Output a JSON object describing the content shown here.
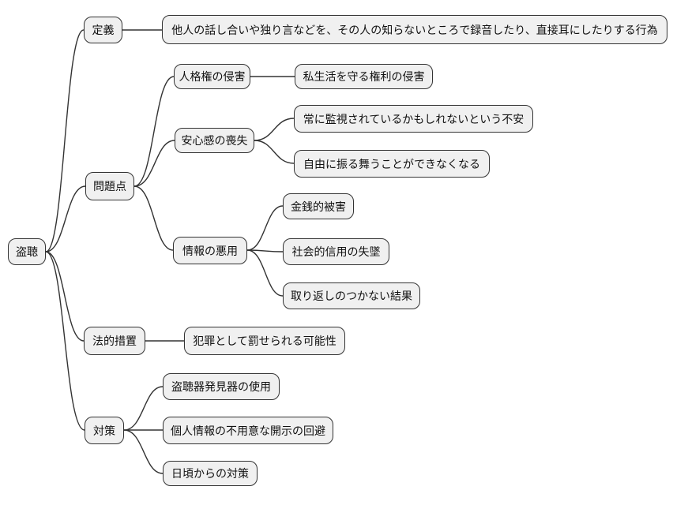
{
  "mindmap": {
    "root": {
      "label": "盗聴",
      "children": [
        {
          "label": "定義",
          "children": [
            {
              "label": "他人の話し合いや独り言などを、その人の知らないところで録音したり、直接耳にしたりする行為"
            }
          ]
        },
        {
          "label": "問題点",
          "children": [
            {
              "label": "人格権の侵害",
              "children": [
                {
                  "label": "私生活を守る権利の侵害"
                }
              ]
            },
            {
              "label": "安心感の喪失",
              "children": [
                {
                  "label": "常に監視されているかもしれないという不安"
                },
                {
                  "label": "自由に振る舞うことができなくなる"
                }
              ]
            },
            {
              "label": "情報の悪用",
              "children": [
                {
                  "label": "金銭的被害"
                },
                {
                  "label": "社会的信用の失墜"
                },
                {
                  "label": "取り返しのつかない結果"
                }
              ]
            }
          ]
        },
        {
          "label": "法的措置",
          "children": [
            {
              "label": "犯罪として罰せられる可能性"
            }
          ]
        },
        {
          "label": "対策",
          "children": [
            {
              "label": "盗聴器発見器の使用"
            },
            {
              "label": "個人情報の不用意な開示の回避"
            },
            {
              "label": "日頃からの対策"
            }
          ]
        }
      ]
    },
    "colors": {
      "background": "#ffffff",
      "node_fill": "#f0f0f0",
      "node_border": "#333333",
      "connector": "#333333",
      "text": "#111111"
    }
  }
}
